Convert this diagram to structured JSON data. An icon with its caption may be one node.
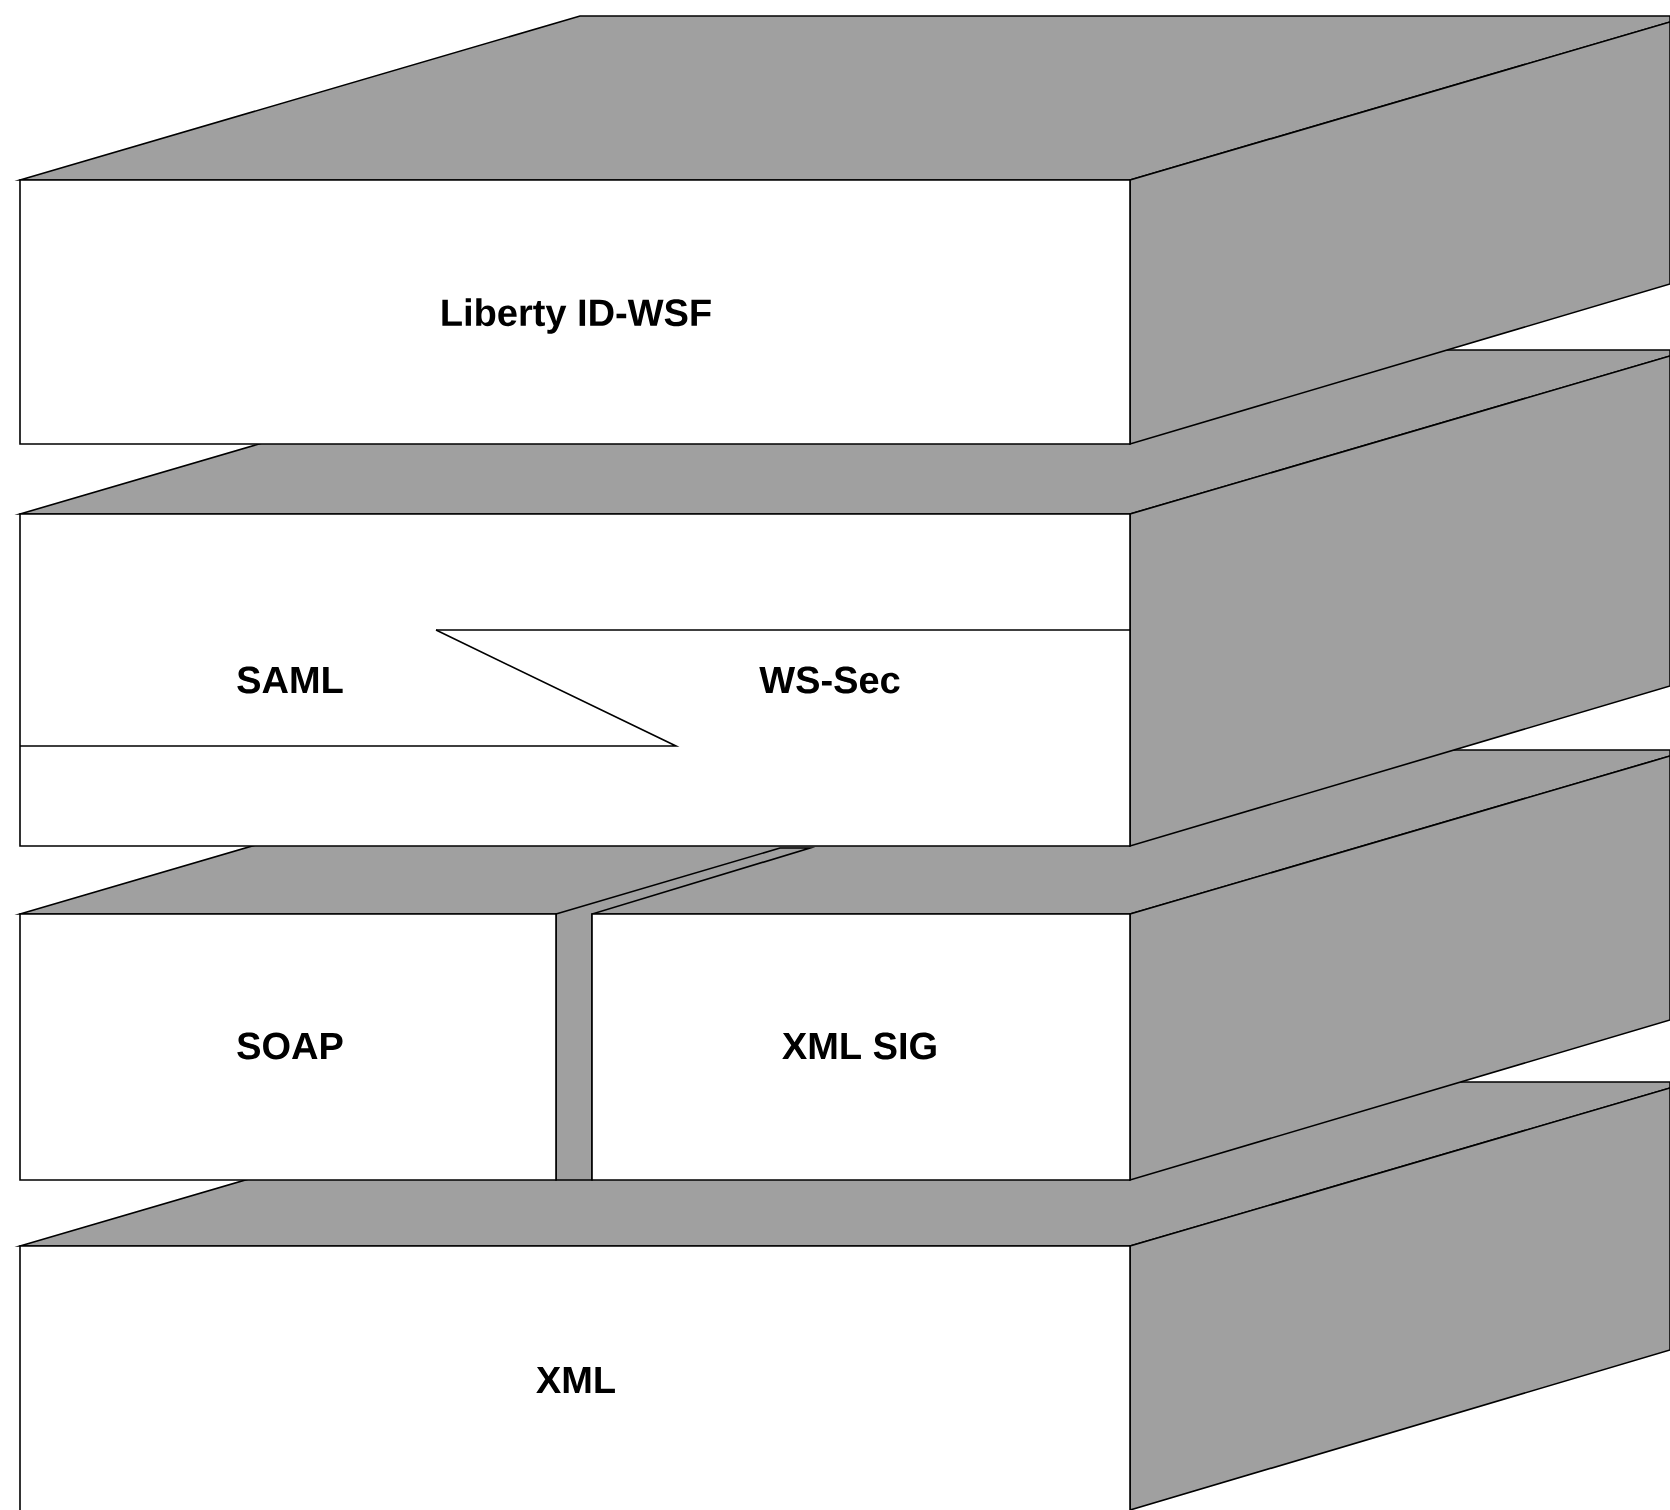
{
  "diagram": {
    "nodes": [
      {
        "text": [
          "Liberty ID-WSF"
        ]
      },
      {
        "text": [
          "SAML"
        ]
      },
      {
        "text": [
          "WS-Sec"
        ]
      },
      {
        "text": [
          "SOAP"
        ]
      },
      {
        "text": [
          "XML SIG"
        ]
      },
      {
        "text": [
          "XML"
        ]
      }
    ]
  }
}
